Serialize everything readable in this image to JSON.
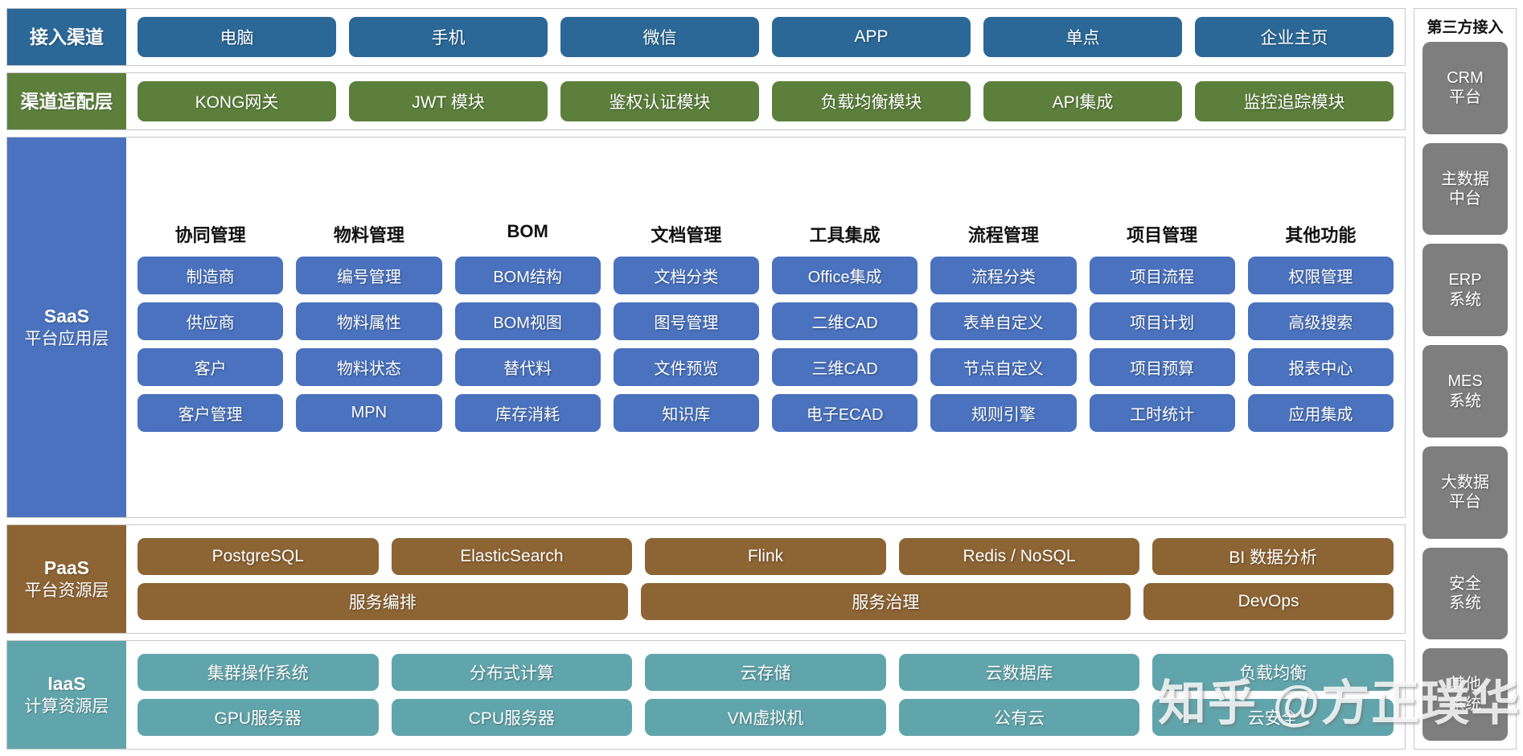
{
  "colors": {
    "access": "#2B6897",
    "adapter": "#5C803C",
    "saas": "#4A72BE",
    "paas": "#8D6434",
    "iaas": "#61A5AC",
    "third_party": "#7E7E7E",
    "border": "#C9C9C9",
    "page_background": "#FFFFFF"
  },
  "layers": {
    "access": {
      "label_main": "接入渠道",
      "tiles": [
        "电脑",
        "手机",
        "微信",
        "APP",
        "单点",
        "企业主页"
      ]
    },
    "adapter": {
      "label_main": "渠道适配层",
      "tiles": [
        "KONG网关",
        "JWT 模块",
        "鉴权认证模块",
        "负载均衡模块",
        "API集成",
        "监控追踪模块"
      ]
    },
    "saas": {
      "label_main": "SaaS",
      "label_sub": "平台应用层",
      "columns": [
        {
          "header": "协同管理",
          "items": [
            "制造商",
            "供应商",
            "客户",
            "客户管理"
          ]
        },
        {
          "header": "物料管理",
          "items": [
            "编号管理",
            "物料属性",
            "物料状态",
            "MPN"
          ]
        },
        {
          "header": "BOM",
          "items": [
            "BOM结构",
            "BOM视图",
            "替代料",
            "库存消耗"
          ]
        },
        {
          "header": "文档管理",
          "items": [
            "文档分类",
            "图号管理",
            "文件预览",
            "知识库"
          ]
        },
        {
          "header": "工具集成",
          "items": [
            "Office集成",
            "二维CAD",
            "三维CAD",
            "电子ECAD"
          ]
        },
        {
          "header": "流程管理",
          "items": [
            "流程分类",
            "表单自定义",
            "节点自定义",
            "规则引擎"
          ]
        },
        {
          "header": "项目管理",
          "items": [
            "项目流程",
            "项目计划",
            "项目预算",
            "工时统计"
          ]
        },
        {
          "header": "其他功能",
          "items": [
            "权限管理",
            "高级搜索",
            "报表中心",
            "应用集成"
          ]
        }
      ]
    },
    "paas": {
      "label_main": "PaaS",
      "label_sub": "平台资源层",
      "rows": [
        [
          {
            "label": "PostgreSQL",
            "span": 1
          },
          {
            "label": "ElasticSearch",
            "span": 1
          },
          {
            "label": "Flink",
            "span": 1
          },
          {
            "label": "Redis / NoSQL",
            "span": 1
          },
          {
            "label": "BI 数据分析",
            "span": 1
          }
        ],
        [
          {
            "label": "服务编排",
            "span": 2
          },
          {
            "label": "服务治理",
            "span": 2
          },
          {
            "label": "DevOps",
            "span": 1
          }
        ]
      ]
    },
    "iaas": {
      "label_main": "IaaS",
      "label_sub": "计算资源层",
      "rows": [
        [
          "集群操作系统",
          "分布式计算",
          "云存储",
          "云数据库",
          "负载均衡"
        ],
        [
          "GPU服务器",
          "CPU服务器",
          "VM虚拟机",
          "公有云",
          "云安全"
        ]
      ]
    }
  },
  "sidebar": {
    "title": "第三方接入",
    "items": [
      {
        "line1": "CRM",
        "line2": "平台"
      },
      {
        "line1": "主数据",
        "line2": "中台"
      },
      {
        "line1": "ERP",
        "line2": "系统"
      },
      {
        "line1": "MES",
        "line2": "系统"
      },
      {
        "line1": "大数据",
        "line2": "平台"
      },
      {
        "line1": "安全",
        "line2": "系统"
      },
      {
        "line1": "其他",
        "line2": "系统"
      }
    ]
  },
  "watermark": {
    "text": "知乎 @方正璞华"
  }
}
